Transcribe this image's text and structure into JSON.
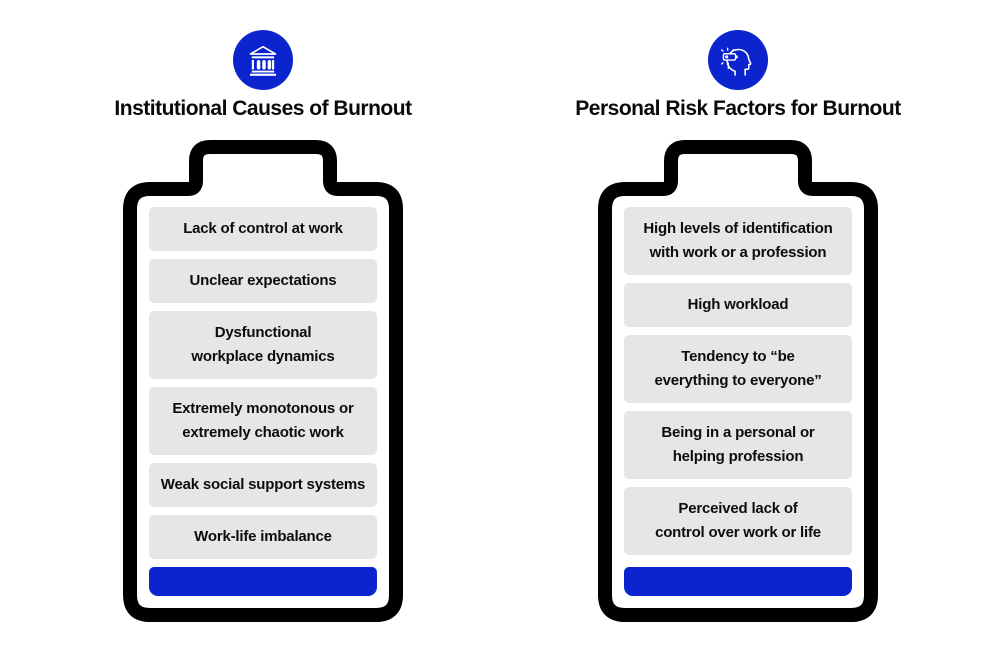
{
  "colors": {
    "accent_blue": "#0B24CE",
    "item_gray": "#E6E6E6",
    "outline_black": "#000000",
    "text_color": "#111111"
  },
  "left_panel": {
    "icon": "bank-building-icon",
    "title": "Institutional Causes of Burnout",
    "items": [
      "Lack of control at work",
      "Unclear expectations",
      "Dysfunctional\nworkplace dynamics",
      "Extremely monotonous or\nextremely chaotic work",
      "Weak social support systems",
      "Work-life imbalance"
    ]
  },
  "right_panel": {
    "icon": "head-low-battery-icon",
    "title": "Personal Risk Factors for Burnout",
    "items": [
      "High levels of identification\nwith work or a profession",
      "High workload",
      "Tendency to “be\neverything to everyone”",
      "Being in a personal or\nhelping profession",
      "Perceived lack of\ncontrol over work or life"
    ]
  }
}
